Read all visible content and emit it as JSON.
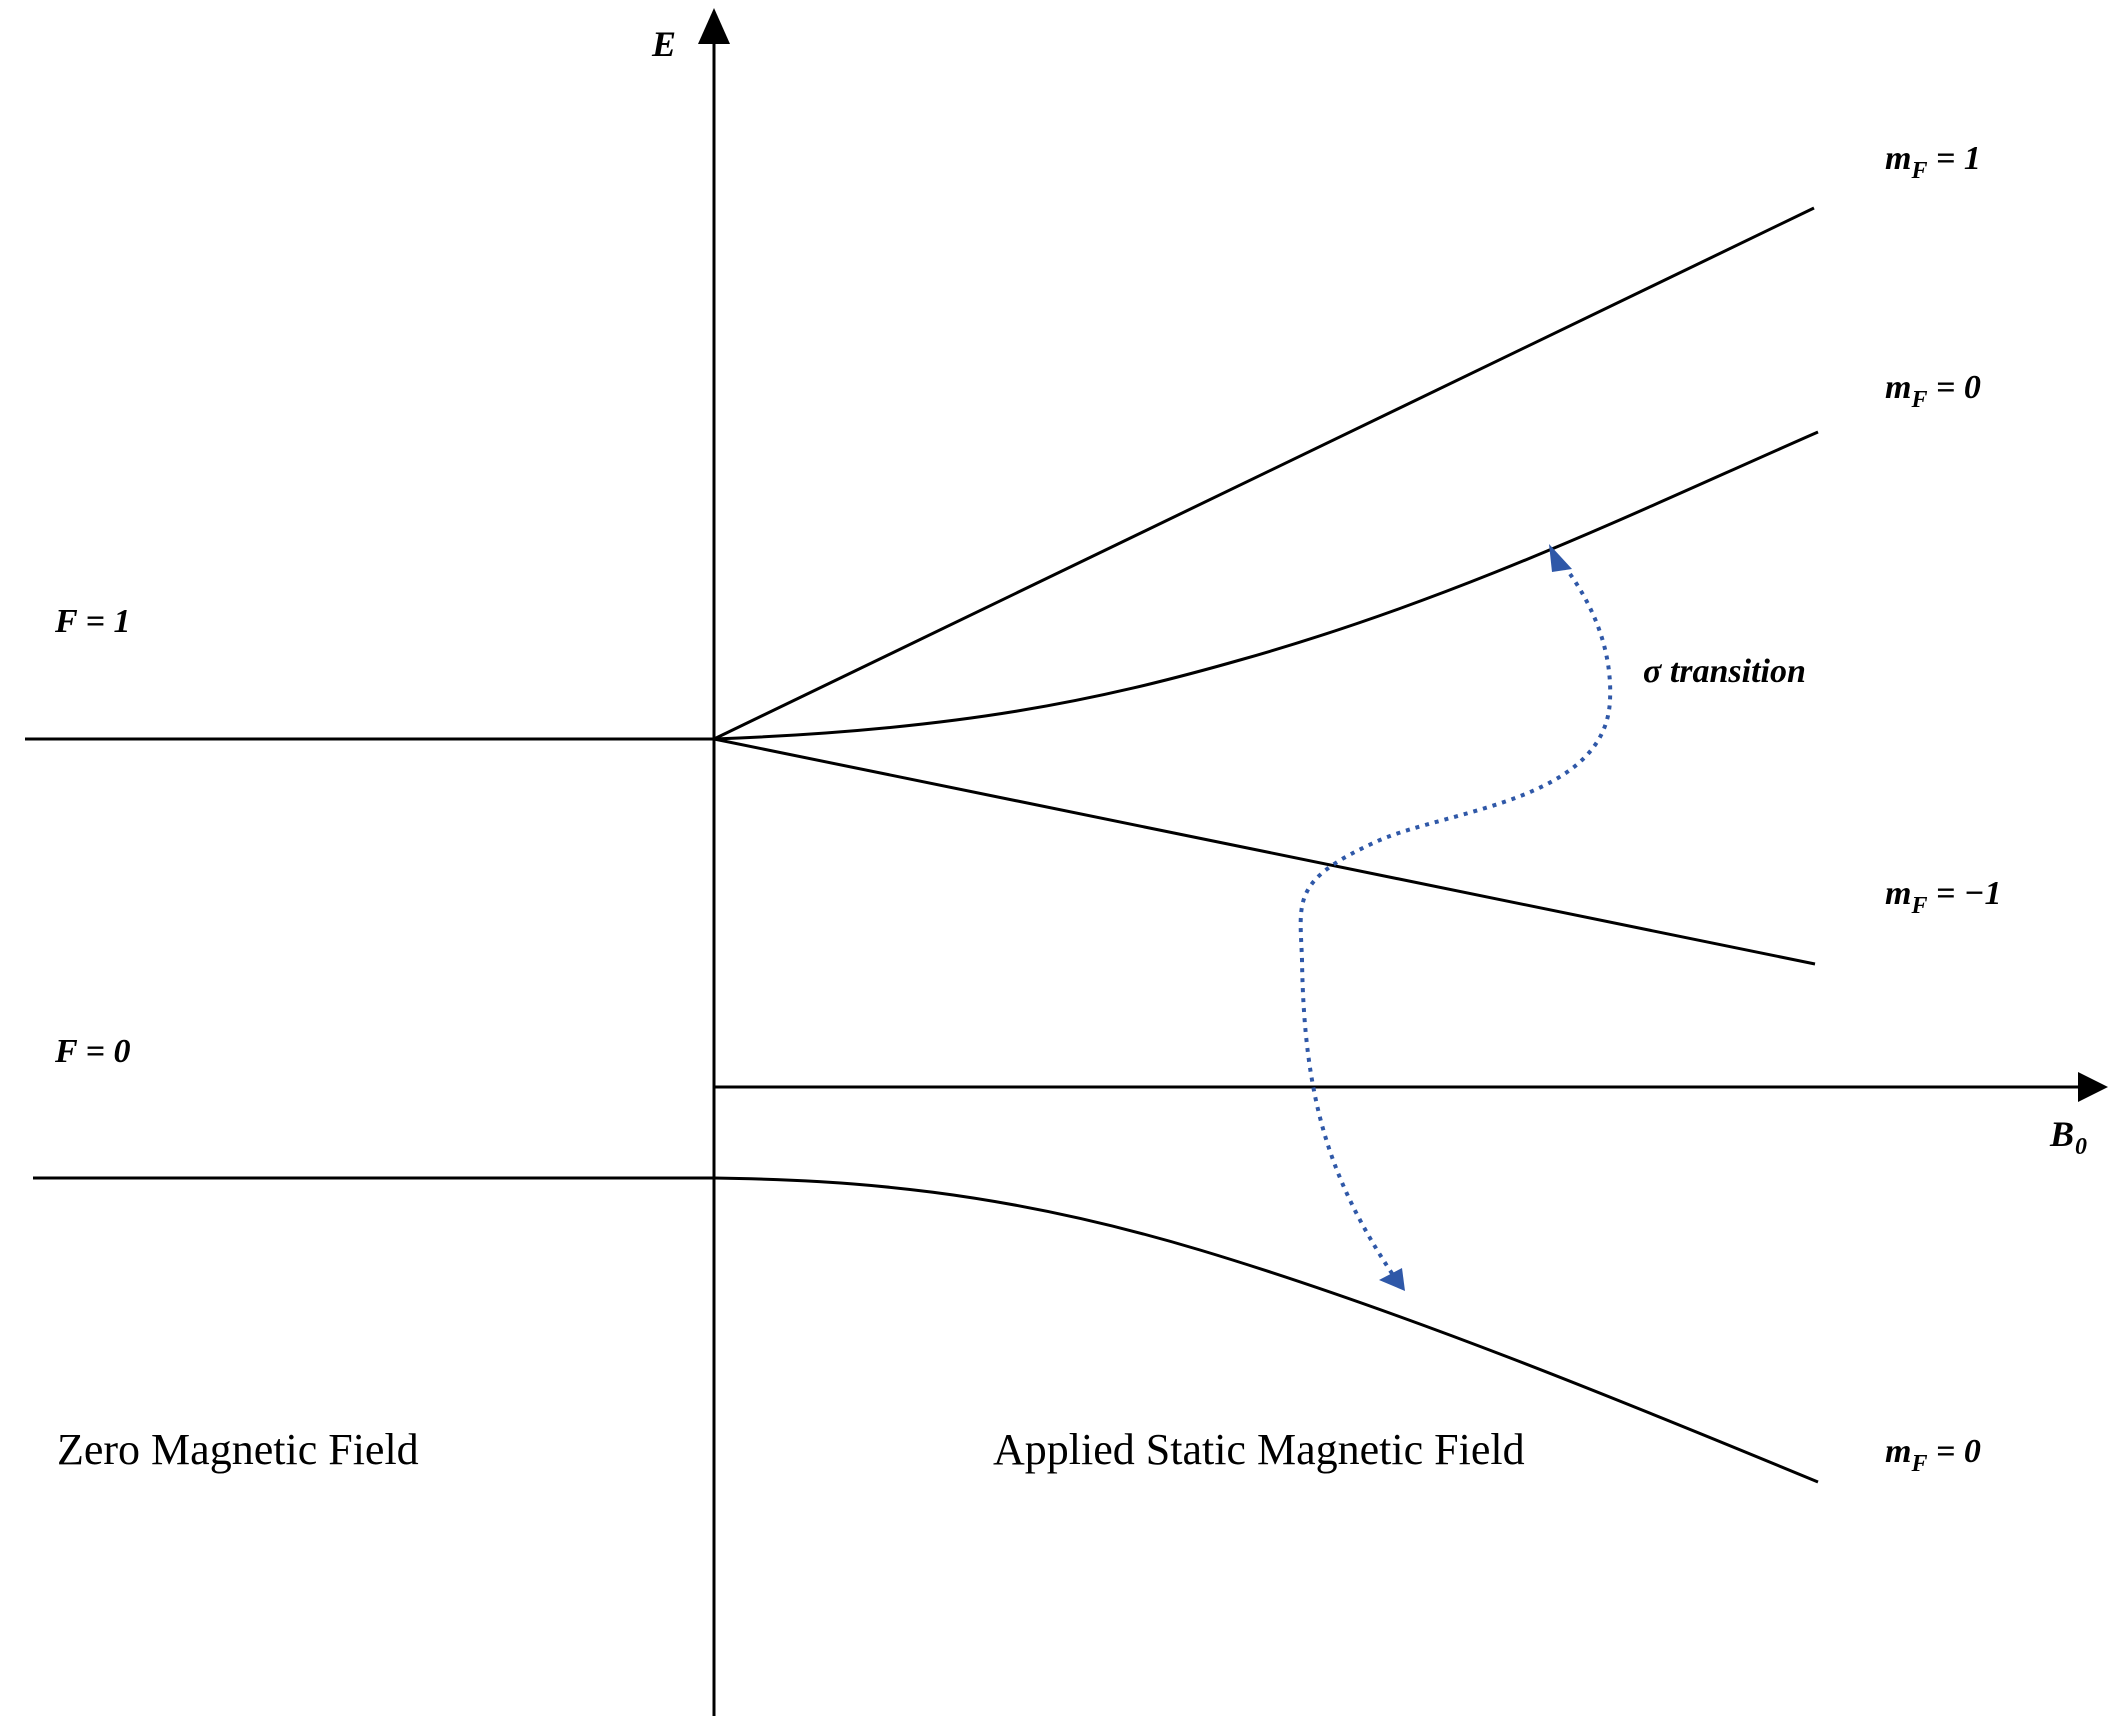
{
  "axes": {
    "y_label": "E",
    "x_label": "B",
    "x_label_sub": "0"
  },
  "levels": {
    "upper": {
      "text": "F = 1"
    },
    "lower": {
      "text": "F = 0"
    }
  },
  "sublevels": [
    {
      "prefix": "m",
      "sub": "F",
      "suffix": " = 1"
    },
    {
      "prefix": "m",
      "sub": "F",
      "suffix": " = 0"
    },
    {
      "prefix": "m",
      "sub": "F",
      "suffix": " = −1"
    },
    {
      "prefix": "m",
      "sub": "F",
      "suffix": " = 0"
    }
  ],
  "transition_label": "σ transition",
  "regions": {
    "zero": "Zero Magnetic Field",
    "applied": "Applied Static Magnetic Field"
  },
  "colors": {
    "line": "#000000",
    "transition": "#2f58a8"
  }
}
